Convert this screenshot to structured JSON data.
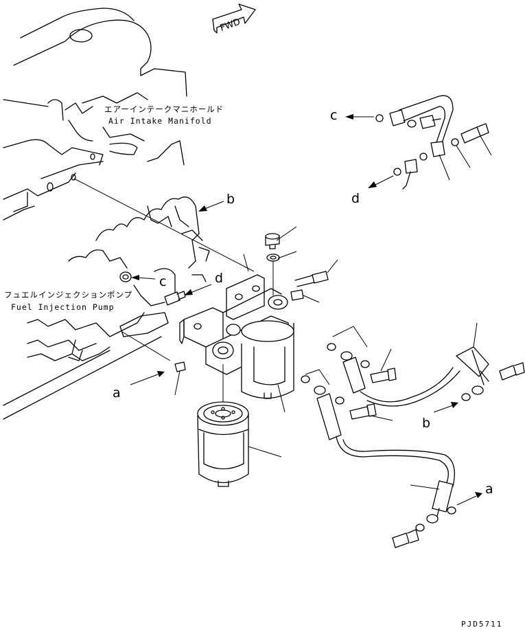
{
  "labels": {
    "manifold_jp": "エアーインテークマニホールド",
    "manifold_en": "Air Intake Manifold",
    "pump_jp": "フュエルインジェクションポンプ",
    "pump_en": "Fuel Injection Pump",
    "fwd": "FWD",
    "drawing_code": "PJD5711"
  },
  "callouts": {
    "a": "a",
    "b": "b",
    "c": "c",
    "d": "d"
  }
}
